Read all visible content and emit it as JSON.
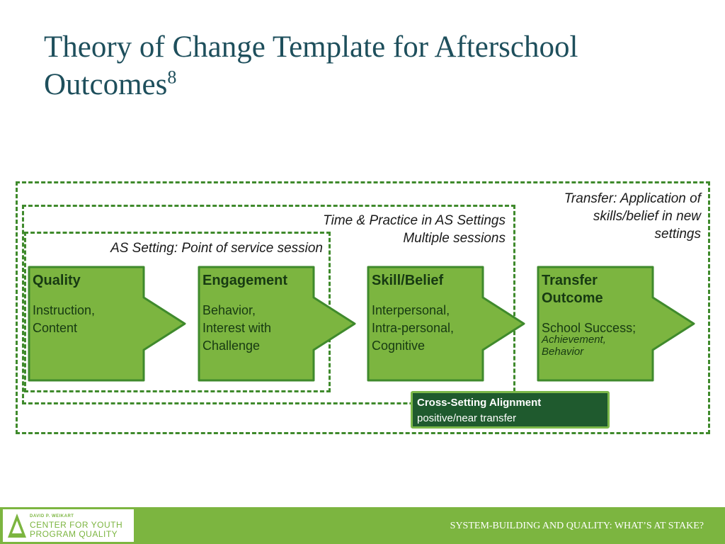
{
  "title": {
    "main": "Theory of Change Template for Afterschool Outcomes",
    "superscript": "8"
  },
  "diagram": {
    "regions": {
      "transfer": {
        "line1": "Transfer: Application of",
        "line2": "skills/belief in new",
        "line3": "settings"
      },
      "time_practice": {
        "line1": "Time & Practice in AS Settings",
        "line2": "Multiple sessions"
      },
      "as_setting": {
        "line1": "AS Setting: Point of service session"
      }
    },
    "stages": [
      {
        "title": "Quality",
        "body": "Instruction,\nContent"
      },
      {
        "title": "Engagement",
        "body": "Behavior,\nInterest with\nChallenge"
      },
      {
        "title": "Skill/Belief",
        "body": "Interpersonal,\nIntra-personal,\nCognitive"
      },
      {
        "title_line1": "Transfer",
        "title_line2": "Outcome",
        "body": "School Success;",
        "sub": "Achievement,\nBehavior"
      }
    ],
    "cross_setting": {
      "title": "Cross-Setting Alignment",
      "subtitle": "positive/near transfer"
    }
  },
  "colors": {
    "title": "#1e4f5c",
    "arrow_fill": "#7cb540",
    "arrow_stroke": "#3f8a2c",
    "dashed": "#3f8a2c",
    "cross_setting_bg": "#1f5a2e",
    "footer_bg": "#7cb540"
  },
  "footer": {
    "logo": {
      "small": "DAVID P. WEIKART",
      "line1": "CENTER FOR YOUTH",
      "line2": "PROGRAM QUALITY"
    },
    "text": "SYSTEM-BUILDING AND QUALITY: WHAT’S AT STAKE?"
  }
}
